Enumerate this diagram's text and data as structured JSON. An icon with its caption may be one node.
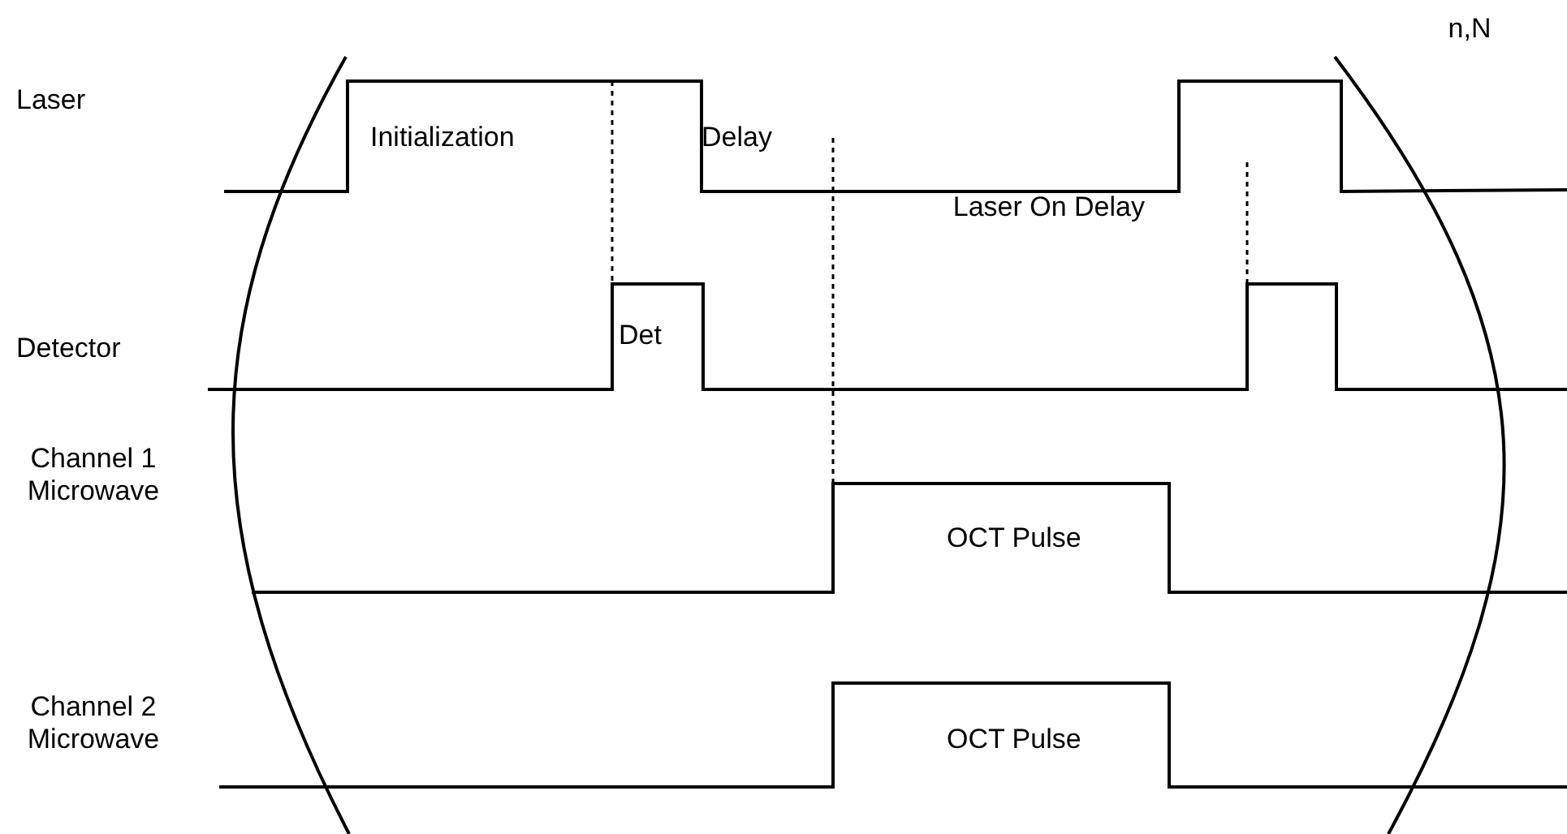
{
  "diagram": {
    "labels": [
      "n,N",
      "Laser",
      "Initialization",
      "Delay",
      "Laser On Delay",
      "Det",
      "Detector",
      "Channel 1 Microwave",
      "OCT Pulse",
      "Channel 2 Microwave",
      "OCT Pulse"
    ]
  }
}
